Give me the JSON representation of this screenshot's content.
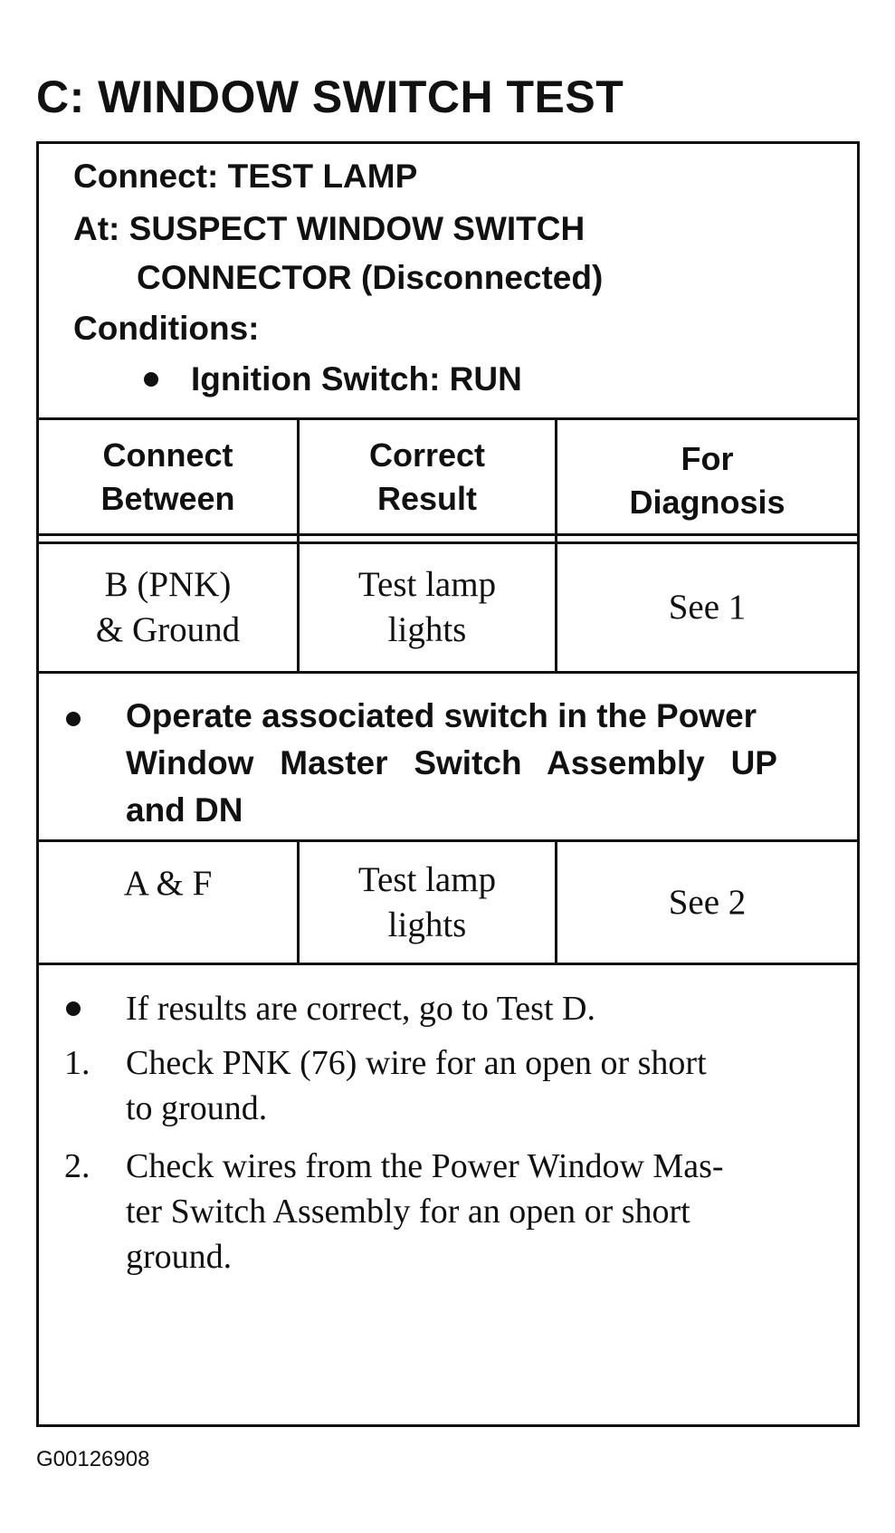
{
  "title": "C: WINDOW SWITCH TEST",
  "setup": {
    "connect_line": "Connect: TEST LAMP",
    "at_line1": "At: SUSPECT WINDOW SWITCH",
    "at_line2": "CONNECTOR (Disconnected)",
    "conditions_label": "Conditions:",
    "condition_item": "Ignition Switch: RUN"
  },
  "table_headers": {
    "col1_line1": "Connect",
    "col1_line2": "Between",
    "col2_line1": "Correct",
    "col2_line2": "Result",
    "col3_line1": "For",
    "col3_line2": "Diagnosis"
  },
  "row1": {
    "connect_line1": "B (PNK)",
    "connect_line2": "& Ground",
    "result_line1": "Test lamp",
    "result_line2": "lights",
    "diagnosis": "See 1"
  },
  "operate": {
    "line1": "Operate associated switch in the Power",
    "line2": "Window Master Switch Assembly UP",
    "line3": "and DN"
  },
  "row2": {
    "connect": "A & F",
    "result_line1": "Test lamp",
    "result_line2": "lights",
    "diagnosis": "See 2"
  },
  "notes": {
    "bullet_text": "If results are correct, go to Test D.",
    "items": [
      {
        "number": "1.",
        "line1": "Check PNK (76) wire for an open or short",
        "line2": "to ground."
      },
      {
        "number": "2.",
        "line1": "Check wires from the Power Window Mas-",
        "line2": "ter Switch Assembly for an open or short",
        "line3": "ground."
      }
    ]
  },
  "figure_code": "G00126908"
}
